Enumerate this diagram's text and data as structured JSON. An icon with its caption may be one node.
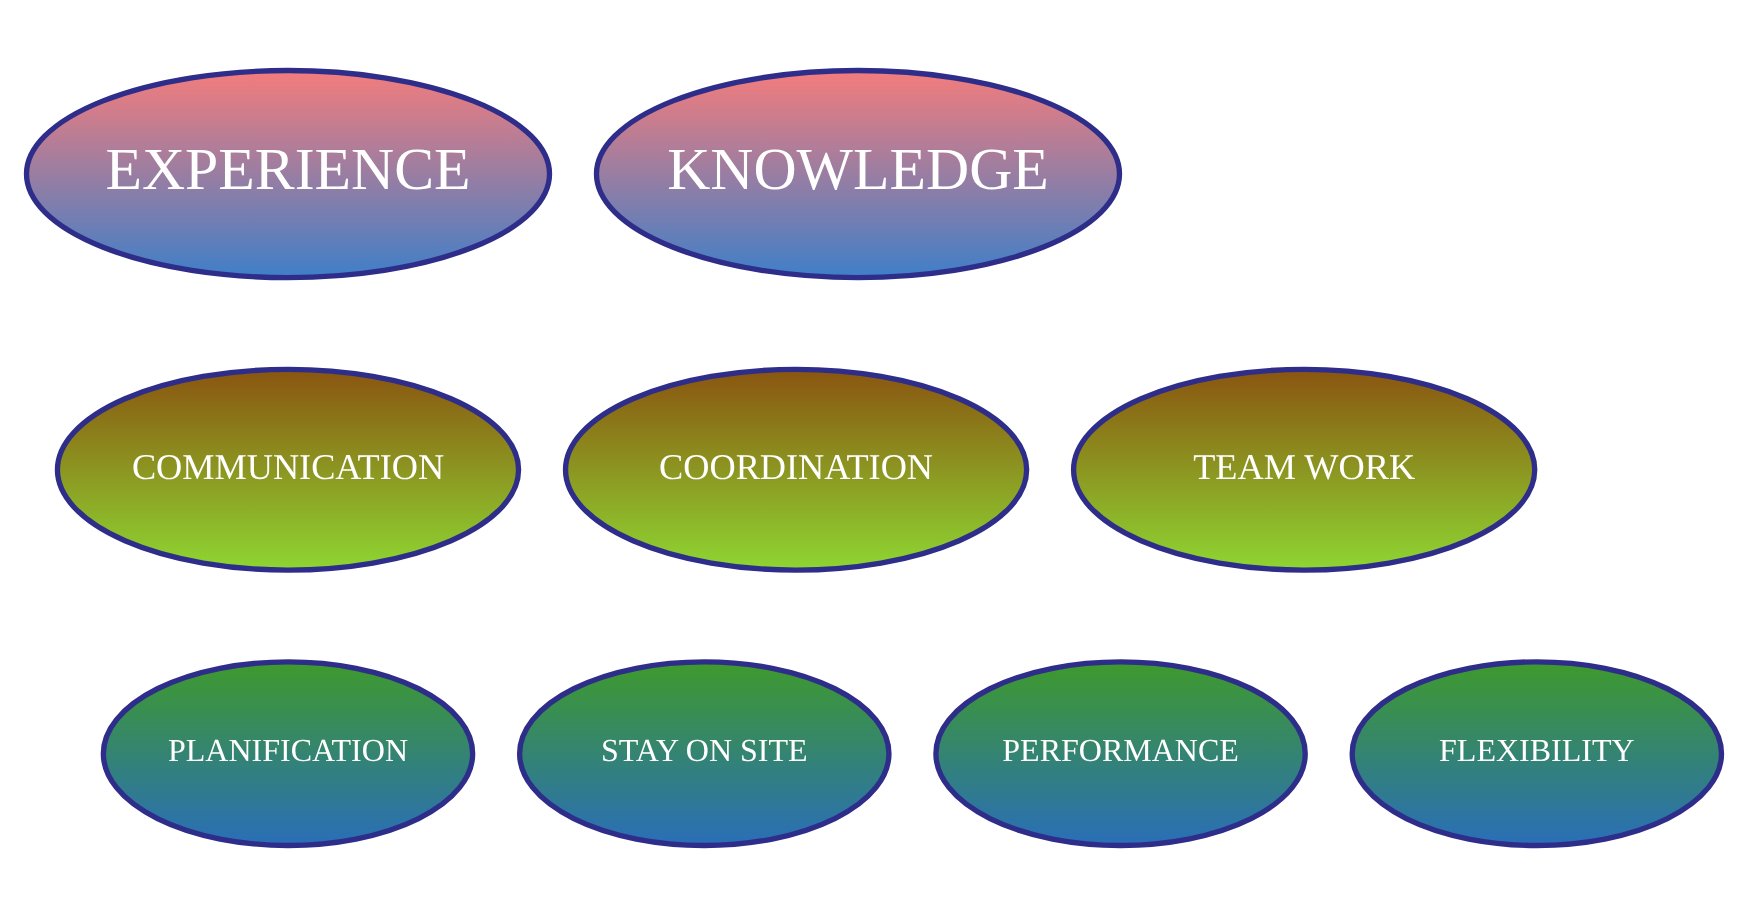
{
  "diagram": {
    "nodes": [
      {
        "text": [
          "EXPERIENCE"
        ]
      },
      {
        "text": [
          "KNOWLEDGE"
        ]
      },
      {
        "text": [
          "COMMUNICATION"
        ]
      },
      {
        "text": [
          "COORDINATION"
        ]
      },
      {
        "text": [
          "TEAM WORK"
        ]
      },
      {
        "text": [
          "PLANIFICATION"
        ]
      },
      {
        "text": [
          "STAY ON SITE"
        ]
      },
      {
        "text": [
          "PERFORMANCE"
        ]
      },
      {
        "text": [
          "FLEXIBILITY"
        ]
      }
    ]
  }
}
